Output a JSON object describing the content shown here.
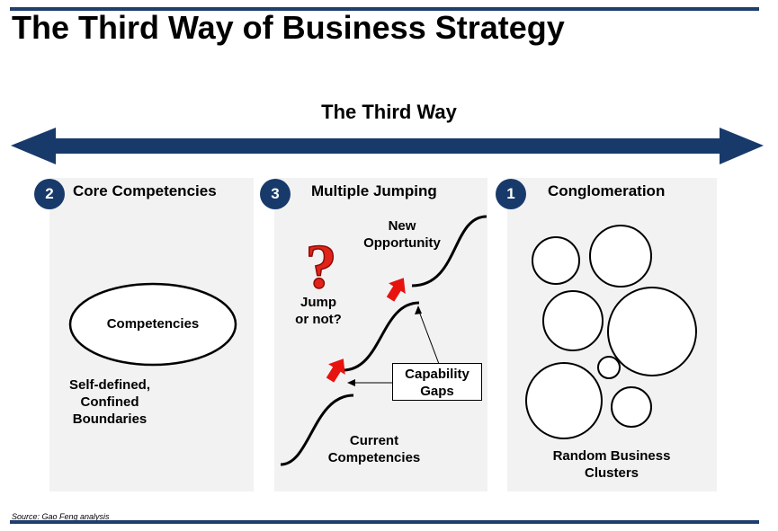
{
  "title": "The Third Way of Business Strategy",
  "axis": {
    "label": "The Third Way"
  },
  "panels": [
    {
      "number": "2",
      "heading": "Core Competencies",
      "oval_label": "Competencies",
      "caption": [
        "Self-defined,",
        "Confined",
        "Boundaries"
      ]
    },
    {
      "number": "3",
      "heading": "Multiple Jumping",
      "question_label": [
        "Jump",
        "or not?"
      ],
      "top_label": [
        "New",
        "Opportunity"
      ],
      "gap_label": [
        "Capability",
        "Gaps"
      ],
      "bottom_label": [
        "Current",
        "Competencies"
      ]
    },
    {
      "number": "1",
      "heading": "Conglomeration",
      "caption": [
        "Random Business",
        "Clusters"
      ]
    }
  ],
  "source": "Source: Gao Feng analysis",
  "colors": {
    "accent": "#1f3e6b",
    "badge": "#183a6b",
    "panel": "#f2f2f2",
    "arrow_red": "#e8120f"
  }
}
